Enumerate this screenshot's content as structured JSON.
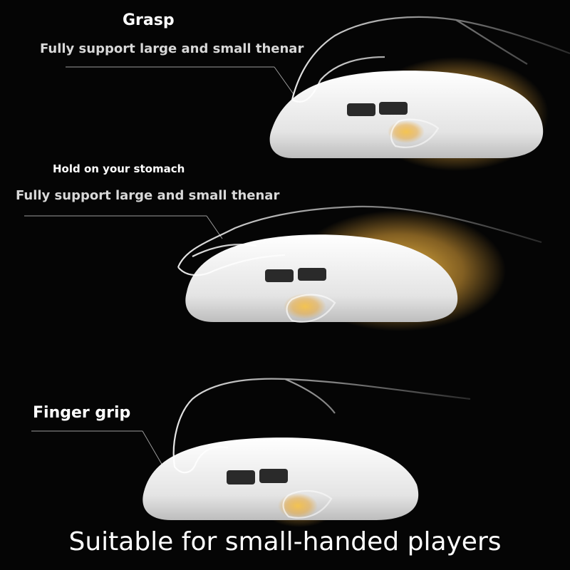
{
  "sections": [
    {
      "title": "Grasp",
      "subtitle": "Fully support large and small thenar"
    },
    {
      "title": "Hold on your stomach",
      "subtitle": "Fully support large and small thenar"
    },
    {
      "title": "Finger grip",
      "subtitle": ""
    }
  ],
  "caption": "Suitable for small-handed players",
  "colors": {
    "background": "#050505",
    "mouse_body": "#ececec",
    "highlight": "#f0b840",
    "outline": "#ffffff"
  }
}
